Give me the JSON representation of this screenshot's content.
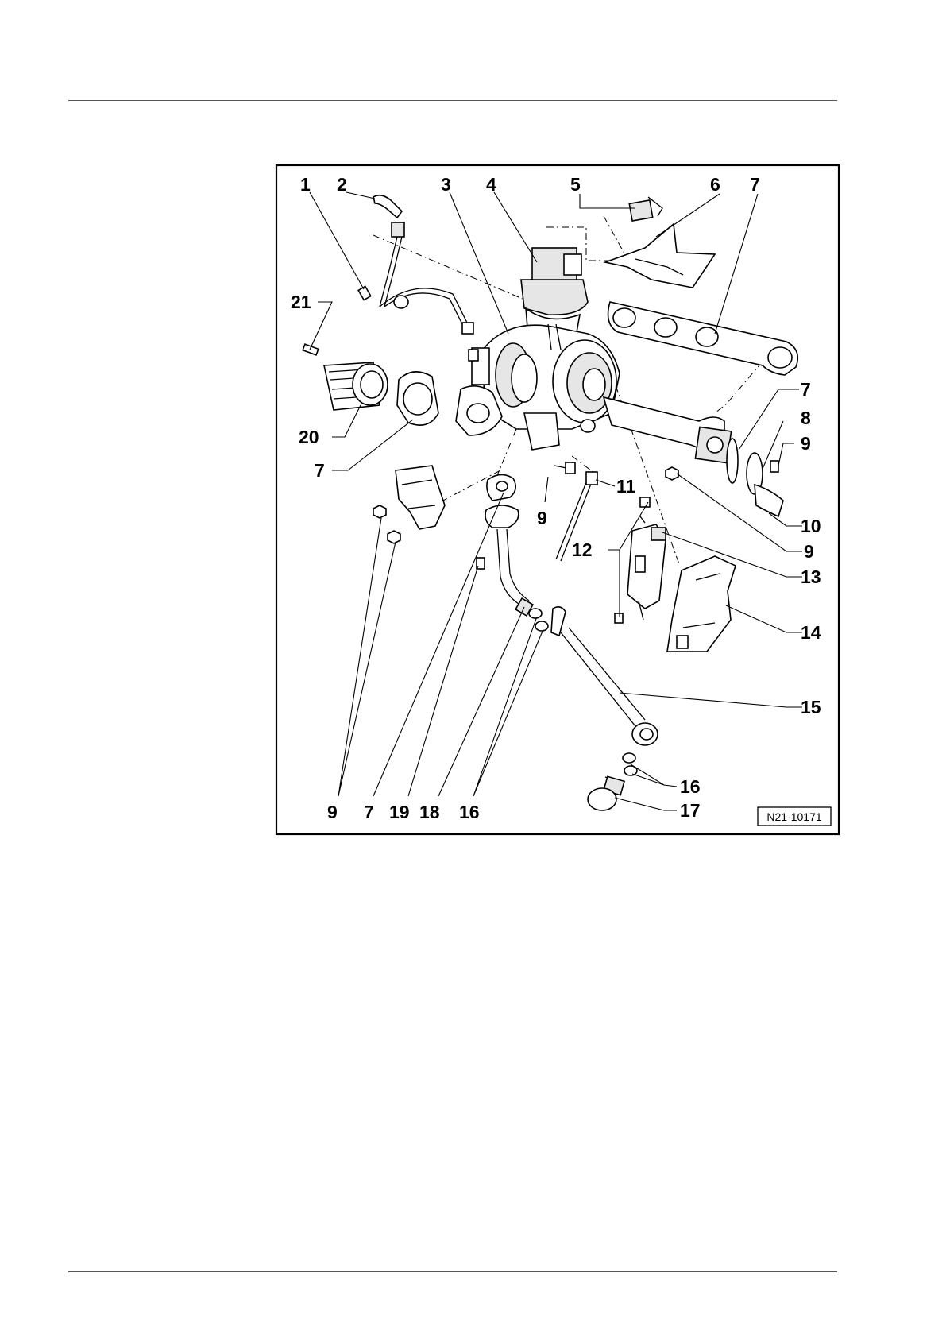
{
  "figure": {
    "reference": "N21-10171",
    "callouts": {
      "c1": "1",
      "c2": "2",
      "c3": "3",
      "c4": "4",
      "c5": "5",
      "c6": "6",
      "c7": "7",
      "c21": "21",
      "c20": "20",
      "c7b": "7",
      "c7c": "7",
      "c8": "8",
      "c9a": "9",
      "c10": "10",
      "c9b": "9",
      "c11": "11",
      "c12": "12",
      "c9c": "9",
      "c13": "13",
      "c14": "14",
      "c15": "15",
      "c16a": "16",
      "c17": "17",
      "b9": "9",
      "b7": "7",
      "b19": "19",
      "b18": "18",
      "b16": "16"
    }
  }
}
